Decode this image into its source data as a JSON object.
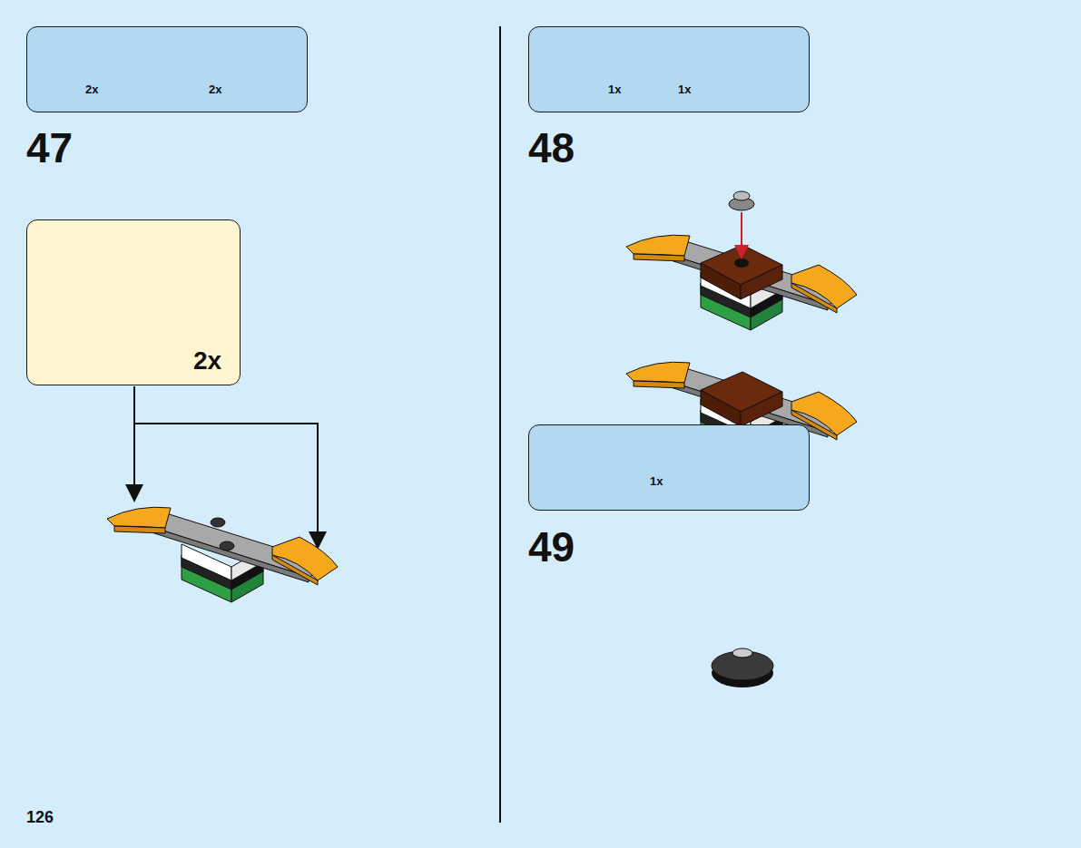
{
  "diagram": {
    "nodes": [
      {
        "text": [
          "2x",
          "2x"
        ]
      },
      {
        "text": [
          "2x"
        ]
      },
      {
        "text": [
          "1x",
          "1x"
        ]
      },
      {
        "text": [
          "1x"
        ]
      }
    ],
    "labels": [
      "47",
      "48",
      "49",
      "126"
    ]
  }
}
